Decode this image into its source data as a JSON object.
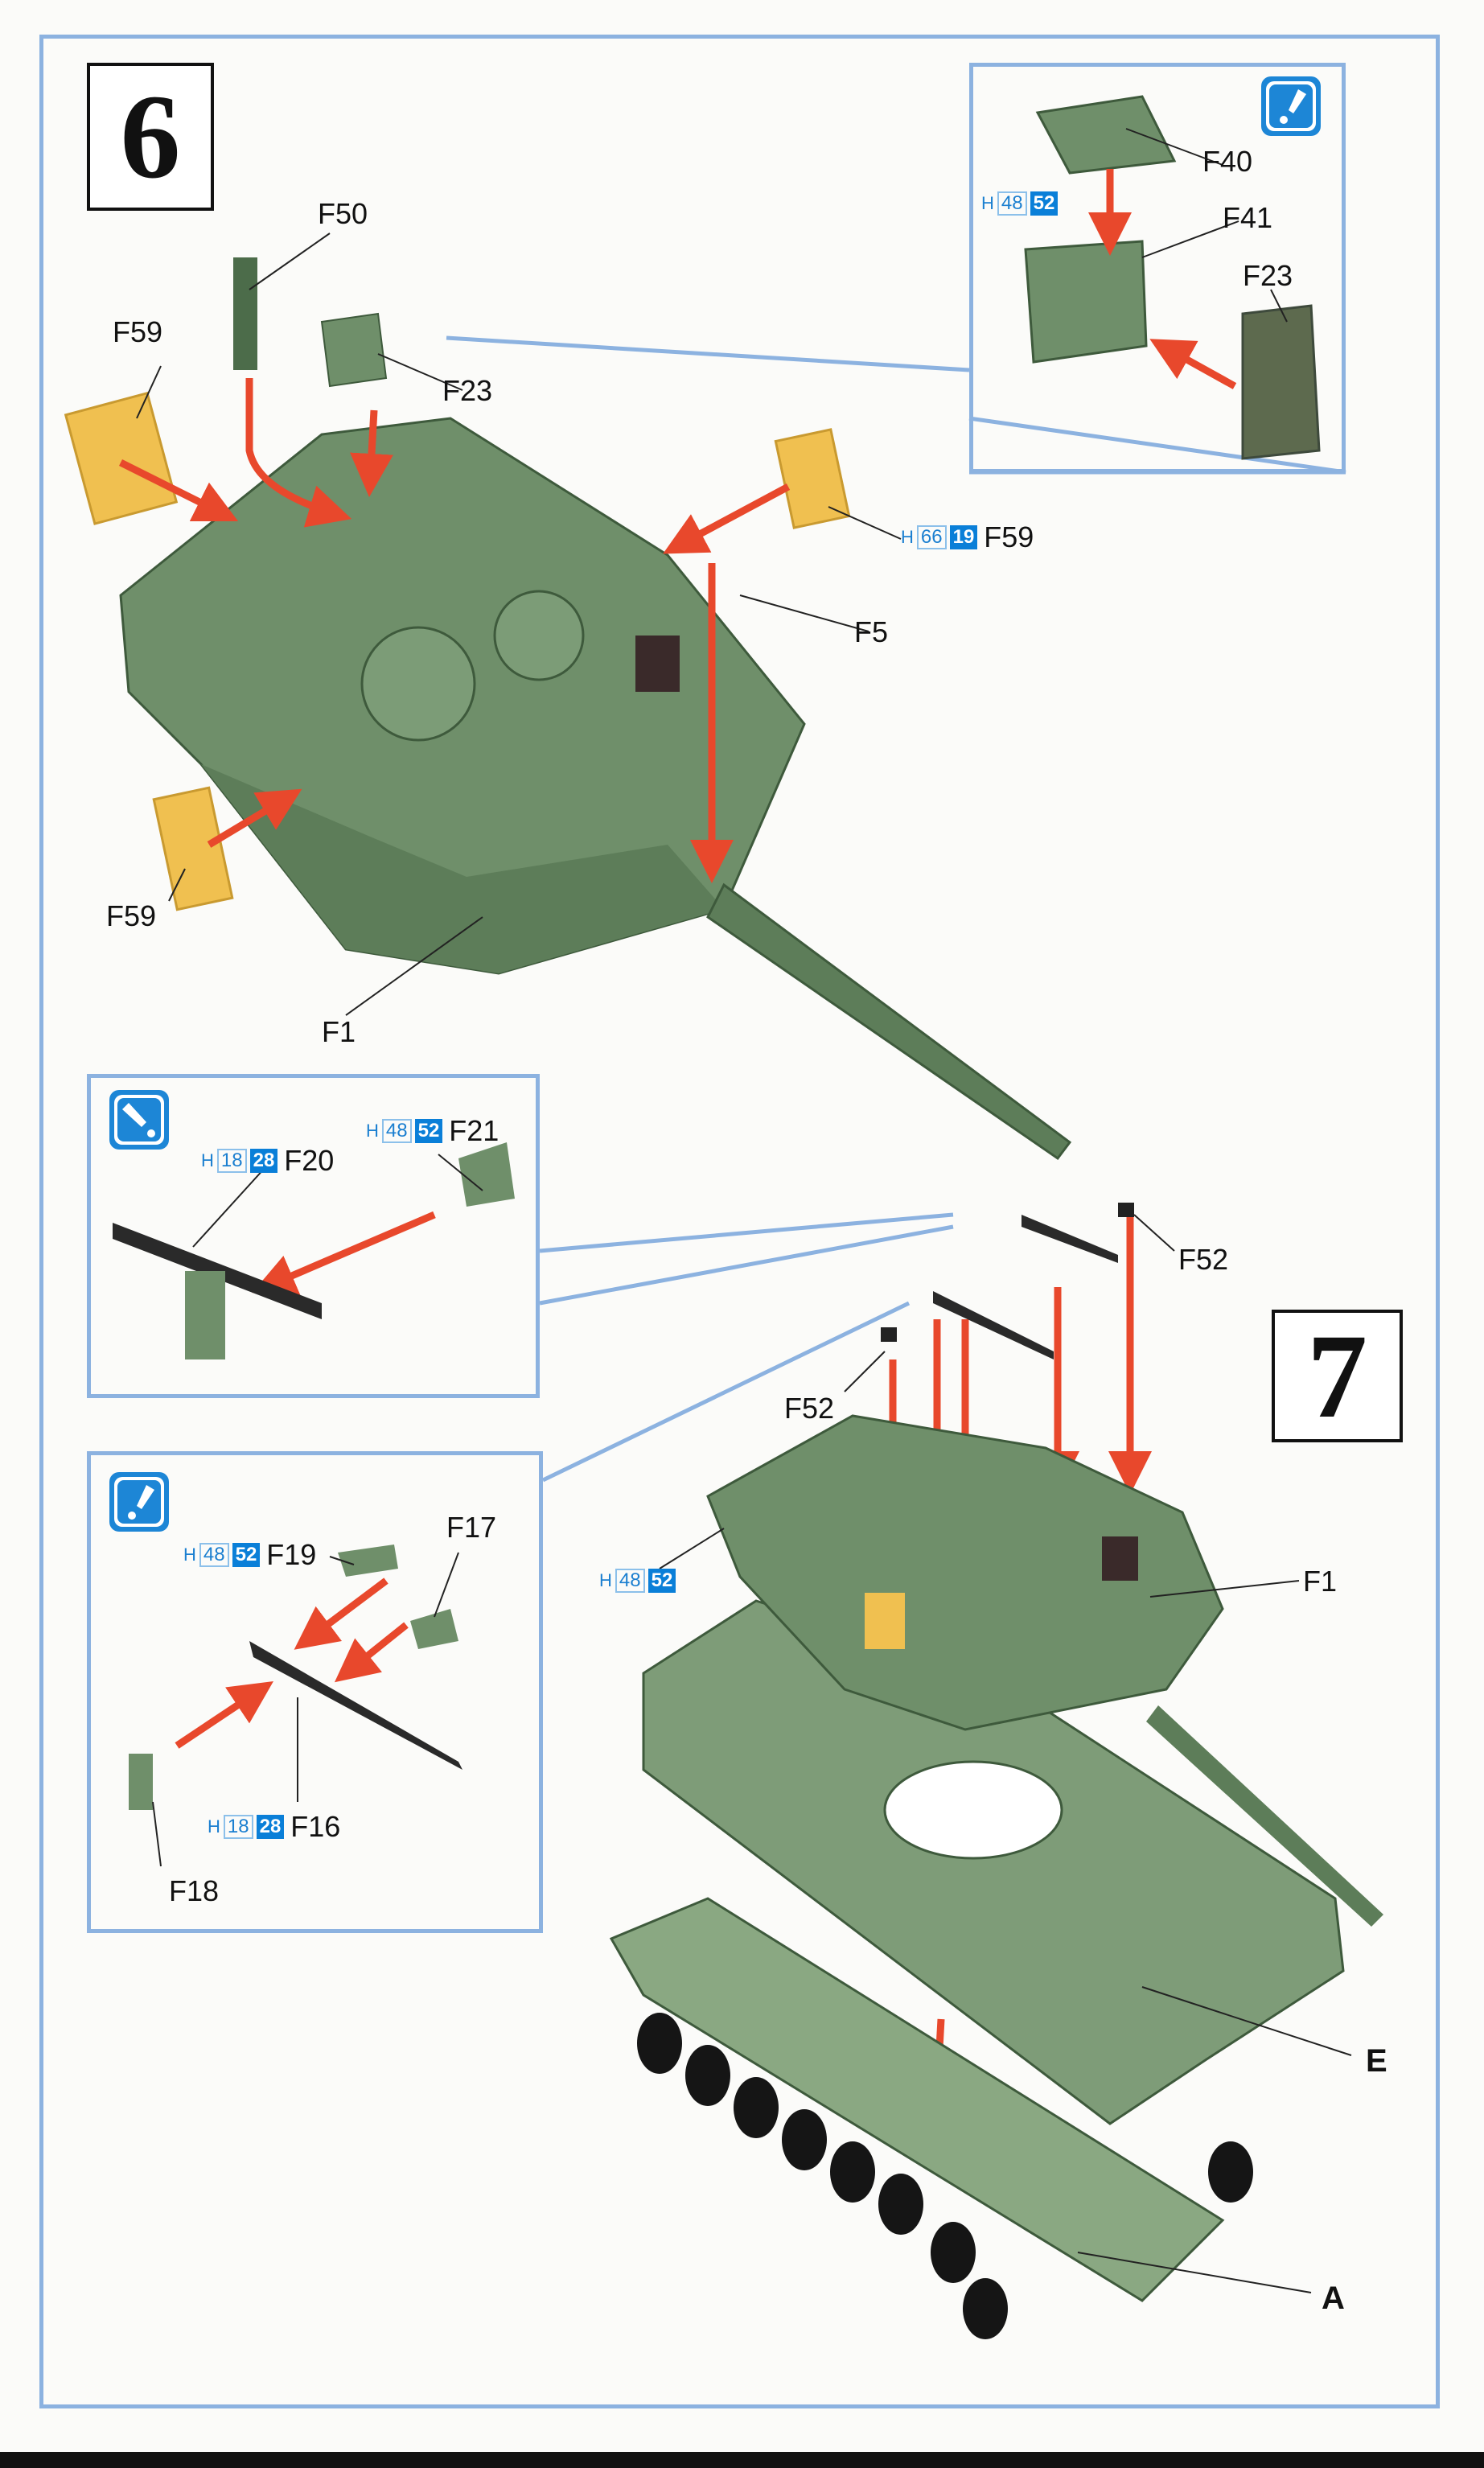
{
  "steps": {
    "six": "6",
    "seven": "7"
  },
  "colors": {
    "arrow": "#e8482c",
    "part_green": "#6f8f6a",
    "sprue_yellow": "#f0c050",
    "frame_blue": "#8cb2e0",
    "paint_blue": "#0a7fd8"
  },
  "icons": {
    "attention": "attention-icon"
  },
  "step6": {
    "labels": {
      "f50": "F50",
      "f59_top": "F59",
      "f23": "F23",
      "f5": "F5",
      "f59_bottom": "F59",
      "f1": "F1"
    },
    "paint_f59": {
      "prefix": "H",
      "a": "66",
      "b": "19",
      "part": "F59"
    },
    "inset": {
      "f40": "F40",
      "f41": "F41",
      "f23": "F23",
      "paint": {
        "prefix": "H",
        "a": "48",
        "b": "52"
      }
    }
  },
  "inset_f20": {
    "paint_f20": {
      "prefix": "H",
      "a": "18",
      "b": "28",
      "part": "F20"
    },
    "paint_f21": {
      "prefix": "H",
      "a": "48",
      "b": "52",
      "part": "F21"
    }
  },
  "inset_f16": {
    "paint_f19": {
      "prefix": "H",
      "a": "48",
      "b": "52",
      "part": "F19"
    },
    "f17": "F17",
    "paint_f16": {
      "prefix": "H",
      "a": "18",
      "b": "28",
      "part": "F16"
    },
    "f18": "F18"
  },
  "step7": {
    "f52_top": "F52",
    "f52_left": "F52",
    "paint_turret": {
      "prefix": "H",
      "a": "48",
      "b": "52"
    },
    "f1": "F1",
    "e": "E",
    "a": "A"
  }
}
